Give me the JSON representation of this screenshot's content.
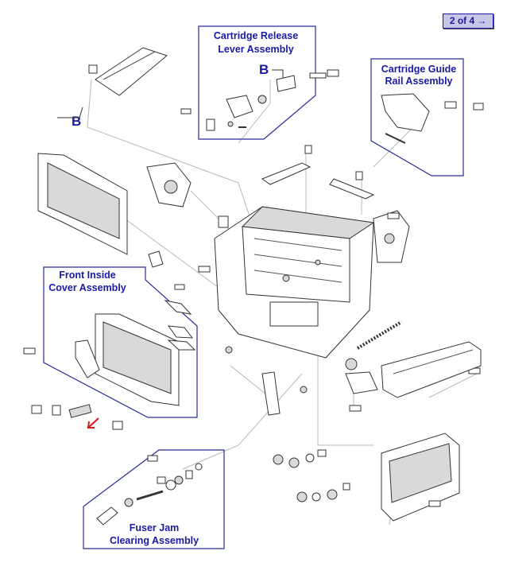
{
  "nav": {
    "page_label": "2 of 4",
    "arrow": "→"
  },
  "labels": {
    "cartridge_release": [
      "Cartridge Release",
      "Lever Assembly"
    ],
    "cartridge_guide": [
      "Cartridge Guide",
      "Rail Assembly"
    ],
    "front_inside": [
      "Front Inside",
      "Cover Assembly"
    ],
    "fuser_jam": [
      "Fuser Jam",
      "Clearing Assembly"
    ]
  },
  "callouts": {
    "b_top": "B",
    "b_left": "B"
  },
  "colors": {
    "label_blue": "#1a1aa6",
    "pointer_red": "#d11a1a"
  },
  "icons": {
    "pointer": "red-arrow-icon",
    "next": "arrow-right-icon"
  }
}
